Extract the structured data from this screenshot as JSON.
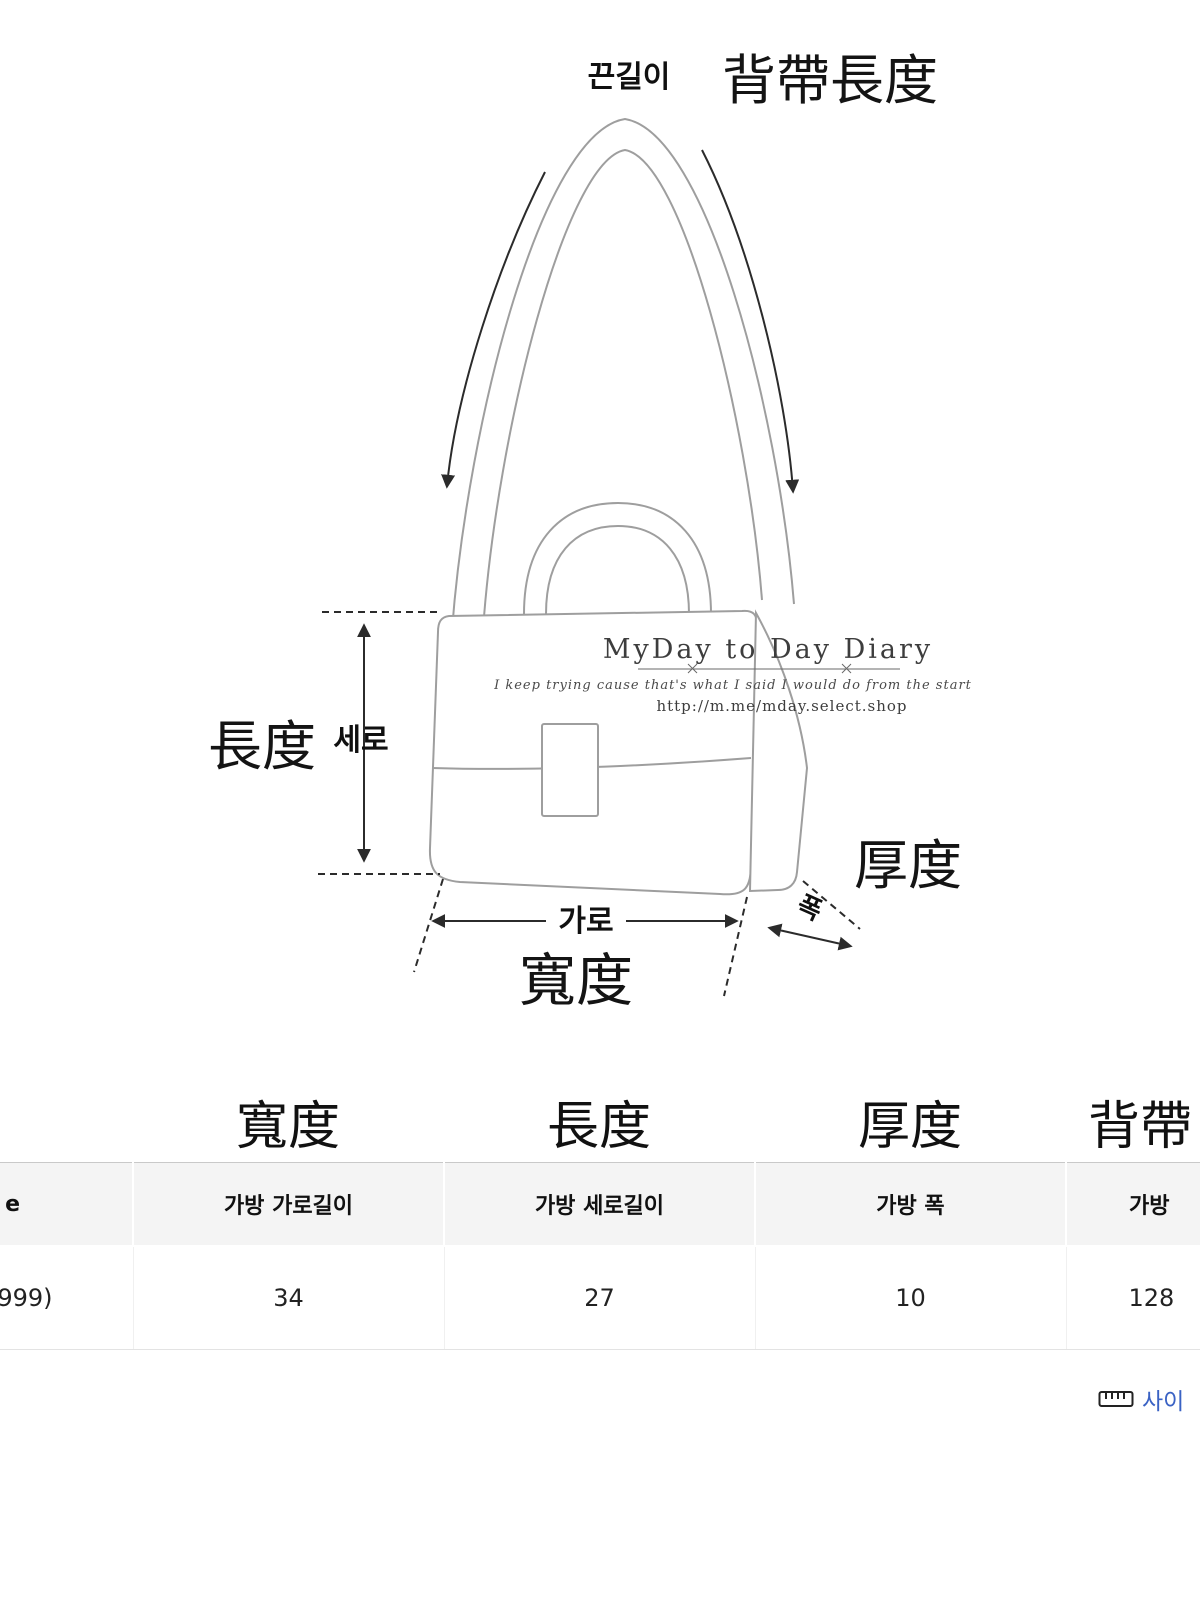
{
  "diagram": {
    "labels": {
      "strap_kr": "끈길이",
      "strap_cn": "背帶長度",
      "height_cn": "長度",
      "height_kr": "세로",
      "width_kr": "가로",
      "width_cn": "寬度",
      "depth_cn": "厚度",
      "depth_kr": "폭"
    },
    "watermark": {
      "title": "MyDay to Day Diary",
      "tagline": "I keep trying cause that's what I said I would do from the start",
      "url": "http://m.me/mday.select.shop"
    }
  },
  "size_table": {
    "group_headers": [
      "寬度",
      "長度",
      "厚度",
      "背帶"
    ],
    "column_headers": [
      "e",
      "가방 가로길이",
      "가방 세로길이",
      "가방 폭",
      "가방"
    ],
    "rows": [
      {
        "cells": [
          "999)",
          "34",
          "27",
          "10",
          "128"
        ]
      }
    ]
  },
  "footer": {
    "size_guide_text": "사이",
    "link_color": "#3a62c4"
  },
  "colors": {
    "bag_outline": "#9e9e9e",
    "dimension_lines": "#2b2b2b"
  }
}
